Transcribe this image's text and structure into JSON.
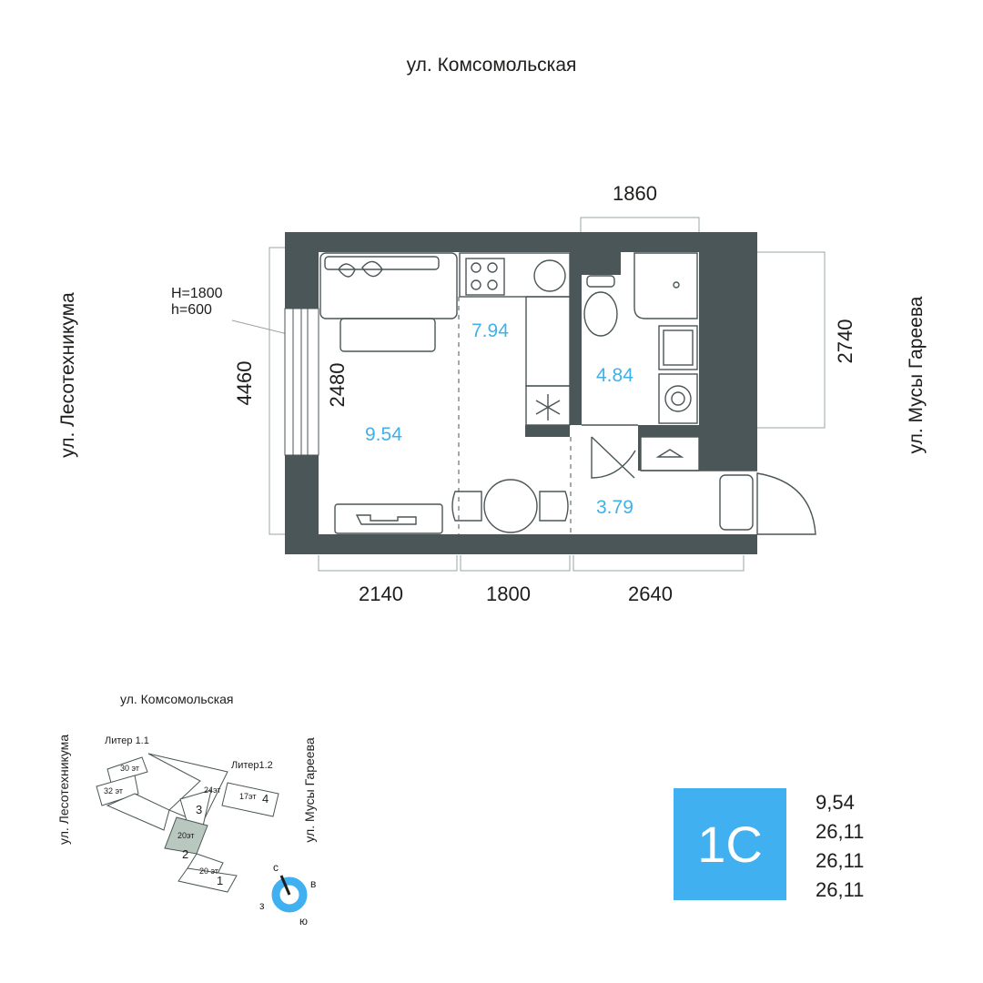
{
  "streets": {
    "top": "ул. Комсомольская",
    "left": "ул. Лесотехникума",
    "right": "ул. Мусы Гареева"
  },
  "dimensions": {
    "top_balcony": "1860",
    "left_total": "4460",
    "left_inner": "2480",
    "right_balcony": "2740",
    "bottom_1": "2140",
    "bottom_2": "1800",
    "bottom_3": "2640"
  },
  "window_note": {
    "line1": "H=1800",
    "line2": "h=600"
  },
  "rooms": {
    "kitchen": "7.94",
    "living": "9.54",
    "bathroom": "4.84",
    "hall": "3.79"
  },
  "site_plan": {
    "street_top": "ул. Комсомольская",
    "street_left": "ул. Лесотехникума",
    "street_right": "ул. Мусы Гареева",
    "liter_1_1": "Литер 1.1",
    "liter_1_2": "Литер1.2",
    "b30": "30 эт",
    "b32": "32 эт",
    "b24": "24эт",
    "b17": "17эт",
    "b20a": "20эт",
    "b20b": "20 эт",
    "n1": "1",
    "n2": "2",
    "n3": "3",
    "n4": "4",
    "compass": {
      "n": "с",
      "e": "в",
      "w": "з",
      "s": "ю"
    }
  },
  "apartment_type": "1С",
  "areas": [
    "9,54",
    "26,11",
    "26,11",
    "26,11"
  ],
  "colors": {
    "wall": "#4a5657",
    "accent": "#40b0f0",
    "highlight_building": "#b9c8bf"
  }
}
